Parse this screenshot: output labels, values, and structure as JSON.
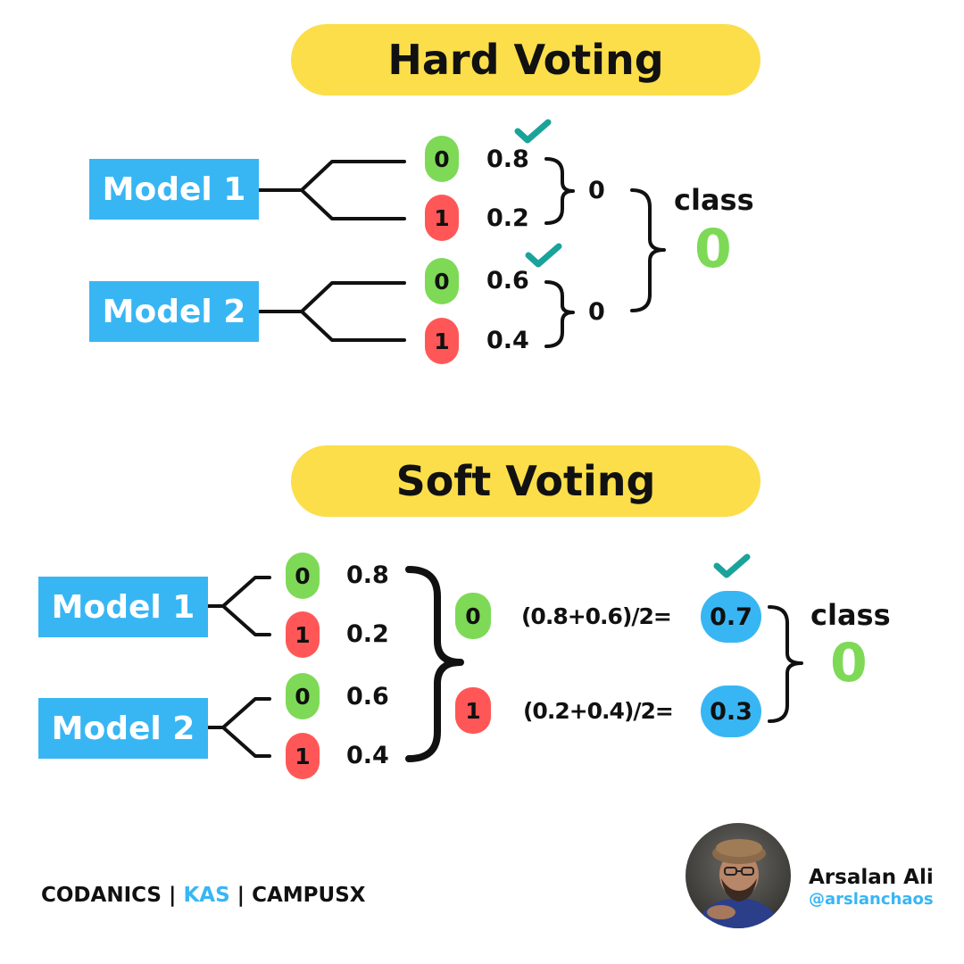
{
  "hard_voting": {
    "title": "Hard Voting",
    "models": [
      {
        "label": "Model 1",
        "outputs": [
          {
            "class": "0",
            "prob": "0.8",
            "checked": true
          },
          {
            "class": "1",
            "prob": "0.2",
            "checked": false
          }
        ],
        "vote": "0"
      },
      {
        "label": "Model 2",
        "outputs": [
          {
            "class": "0",
            "prob": "0.6",
            "checked": true
          },
          {
            "class": "1",
            "prob": "0.4",
            "checked": false
          }
        ],
        "vote": "0"
      }
    ],
    "result_label": "class",
    "result_value": "0"
  },
  "soft_voting": {
    "title": "Soft Voting",
    "models": [
      {
        "label": "Model 1",
        "outputs": [
          {
            "class": "0",
            "prob": "0.8"
          },
          {
            "class": "1",
            "prob": "0.2"
          }
        ]
      },
      {
        "label": "Model 2",
        "outputs": [
          {
            "class": "0",
            "prob": "0.6"
          },
          {
            "class": "1",
            "prob": "0.4"
          }
        ]
      }
    ],
    "averages": [
      {
        "class": "0",
        "formula": "(0.8+0.6)/2=",
        "value": "0.7",
        "checked": true
      },
      {
        "class": "1",
        "formula": "(0.2+0.4)/2=",
        "value": "0.3",
        "checked": false
      }
    ],
    "result_label": "class",
    "result_value": "0"
  },
  "footer": {
    "brand1": "CODANICS",
    "sep": "|",
    "brand2": "KAS",
    "brand3": "CAMPUSX"
  },
  "author": {
    "name": "Arsalan Ali",
    "handle": "@arslanchaos"
  },
  "colors": {
    "title_bg": "#fbde4a",
    "model_bg": "#38b6f4",
    "class0": "#7ed957",
    "class1": "#ff5757",
    "check": "#1aa39a",
    "handle": "#38b6f4"
  },
  "icons": {
    "check": "check-icon",
    "avatar": "author-avatar"
  }
}
